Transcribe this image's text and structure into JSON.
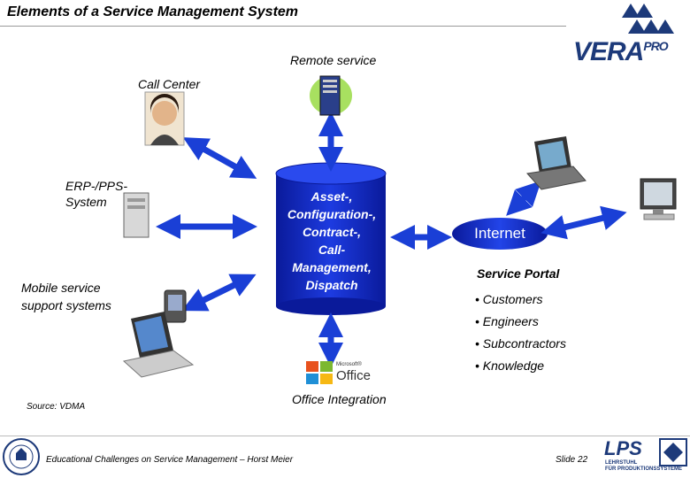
{
  "title": "Elements of a Service Management System",
  "logo": {
    "text": "VERA",
    "superscript": "PRO"
  },
  "nodes": {
    "remote_service": "Remote service",
    "call_center": "Call Center",
    "erp_line1": "ERP-/PPS-",
    "erp_line2": "System",
    "mobile_line1": "Mobile service",
    "mobile_line2": "support systems",
    "core_lines": [
      "Asset-,",
      "Configuration-,",
      "Contract-,",
      "Call-",
      "Management,",
      "Dispatch"
    ],
    "internet": "Internet",
    "service_portal": "Service Portal",
    "portal_items": [
      "Customers",
      "Engineers",
      "Subcontractors",
      "Knowledge"
    ],
    "office_integration": "Office Integration",
    "office_icon_sub": "Microsoft®",
    "office_icon_text": "Office"
  },
  "source": "Source: VDMA",
  "footer": {
    "talk": "Educational Challenges on Service Management – Horst Meier",
    "slide": "Slide 22",
    "lps": "LPS",
    "lps_sub1": "LEHRSTUHL",
    "lps_sub2": "FÜR PRODUKTIONSSYSTEME"
  },
  "colors": {
    "accent_blue": "#1030c8",
    "arrow_blue": "#1a3fd6",
    "logo_navy": "#1d3a7a"
  }
}
